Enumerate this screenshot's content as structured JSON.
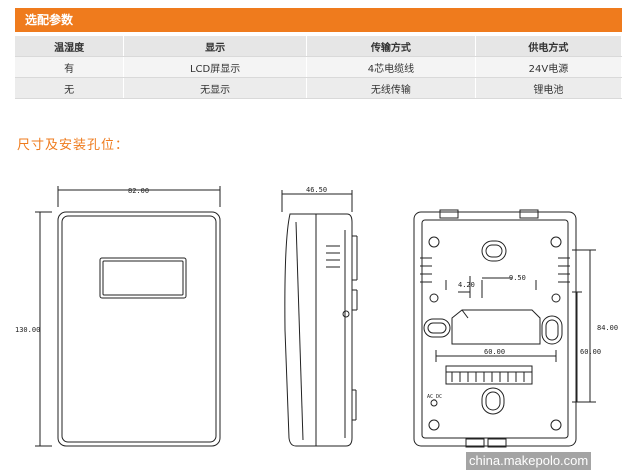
{
  "header": {
    "title": "选配参数"
  },
  "table": {
    "headers": [
      "温湿度",
      "显示",
      "传输方式",
      "供电方式"
    ],
    "rows": [
      [
        "有",
        "LCD屏显示",
        "4芯电缆线",
        "24V电源"
      ],
      [
        "无",
        "无显示",
        "无线传输",
        "锂电池"
      ]
    ]
  },
  "section": {
    "title": "尺寸及安装孔位："
  },
  "dimensions": {
    "front_width": "82.00",
    "height": "130.00",
    "depth": "46.50",
    "back_d1": "4.20",
    "back_d2": "9.50",
    "back_w": "60.00",
    "back_h1": "84.00",
    "back_h2": "60.00",
    "back_label": "AC_DC"
  },
  "watermark": "china.makepolo.com",
  "colors": {
    "accent": "#ef7b1d"
  }
}
